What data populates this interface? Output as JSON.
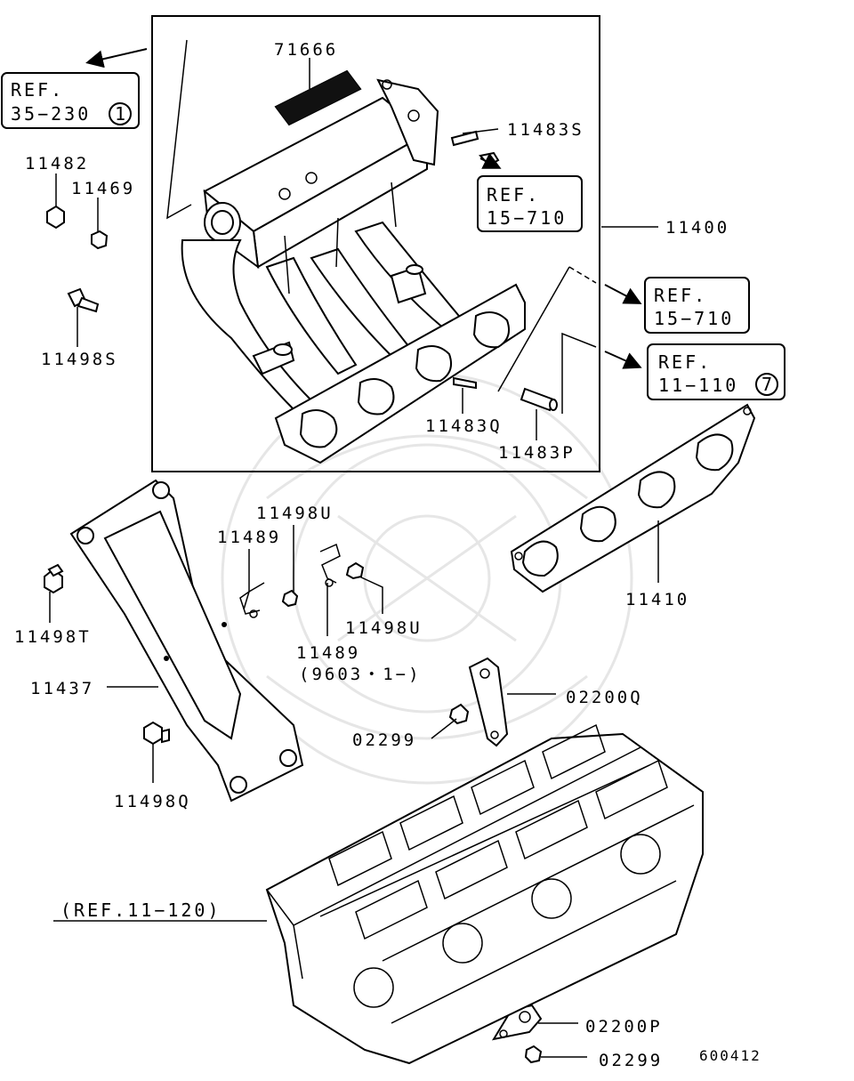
{
  "callouts": {
    "p71666": "71666",
    "p11483S": "11483S",
    "p11400": "11400",
    "p11482": "11482",
    "p11469": "11469",
    "p11498S": "11498S",
    "p11483Q": "11483Q",
    "p11483P": "11483P",
    "p11410": "11410",
    "p11498U_a": "11498U",
    "p11489_a": "11489",
    "p11498U_b": "11498U",
    "p11489_b": "11489",
    "p11489_b_note": "(9603・1−)",
    "p11498T": "11498T",
    "p11437": "11437",
    "p02200Q": "02200Q",
    "p02299_a": "02299",
    "p11498Q": "11498Q",
    "p02200P": "02200P",
    "p02299_b": "02299"
  },
  "references": {
    "ref_35_230": {
      "line1": "REF.",
      "line2": "35−230",
      "circle": "1"
    },
    "ref_15_710_a": {
      "line1": "REF.",
      "line2": "15−710"
    },
    "ref_15_710_b": {
      "line1": "REF.",
      "line2": "15−710"
    },
    "ref_11_110": {
      "line1": "REF.",
      "line2": "11−110",
      "circle": "7"
    },
    "ref_11_120": "(REF.11−120)"
  },
  "catalog_number": "600412"
}
